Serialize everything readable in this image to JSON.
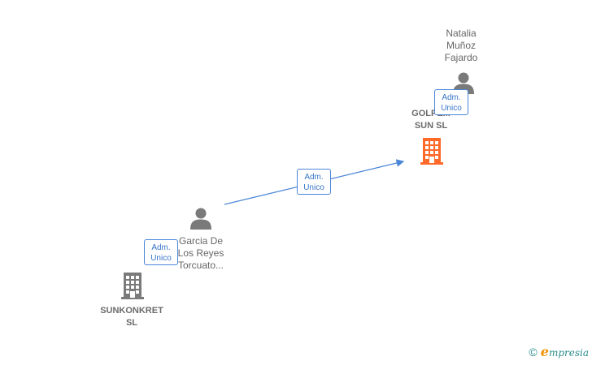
{
  "nodes": {
    "natalia": {
      "name_lines": [
        "Natalia",
        "Muñoz",
        "Fajardo"
      ]
    },
    "golpe": {
      "name_lines": [
        "GOLPE...",
        "SUN SL"
      ]
    },
    "garcia": {
      "name_lines": [
        "Garcia De",
        "Los Reyes",
        "Torcuato..."
      ]
    },
    "sunkonkret": {
      "name_lines": [
        "SUNKONKRET",
        "SL"
      ]
    }
  },
  "relations": [
    {
      "id": "natalia-golpe",
      "label_line1": "Adm.",
      "label_line2": "Unico"
    },
    {
      "id": "garcia-golpe",
      "label_line1": "Adm.",
      "label_line2": "Unico"
    },
    {
      "id": "garcia-sunkonkret",
      "label_line1": "Adm.",
      "label_line2": "Unico"
    }
  ],
  "watermark": {
    "copyright": "©",
    "brand_first": "e",
    "brand_rest": "mpresia"
  },
  "colors": {
    "edge": "#4a86d8",
    "person_icon": "#7a7a7a",
    "company_icon": "#7a7a7a",
    "company_highlight": "#ff6a2b"
  }
}
